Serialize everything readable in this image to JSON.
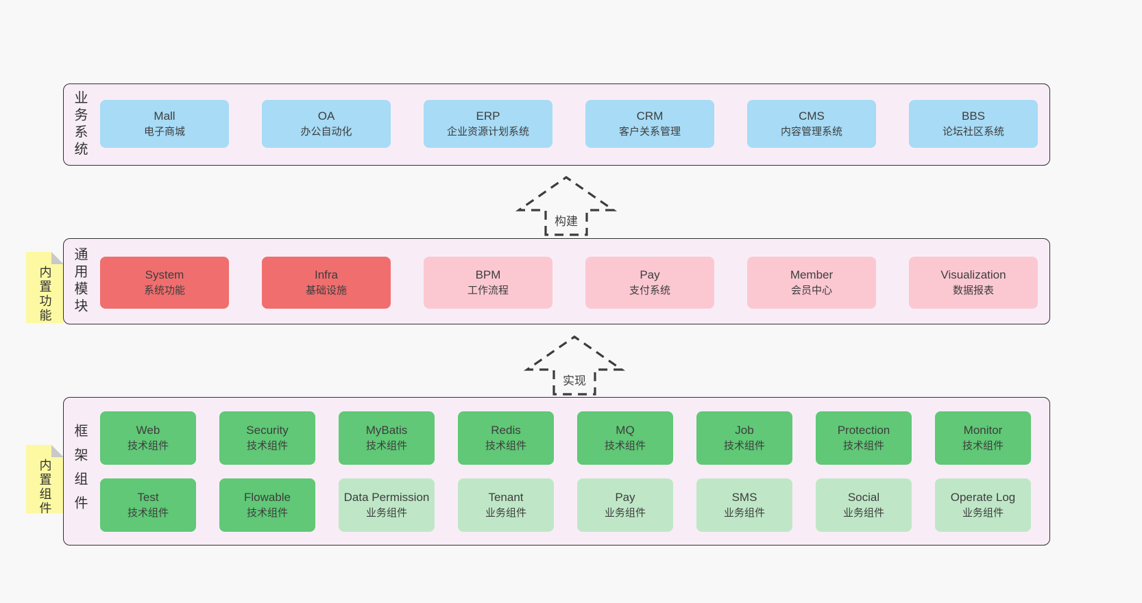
{
  "colors": {
    "page_background": "#f8f8f8",
    "section_background": "#f8edf6",
    "section_border": "#2f2f2f",
    "blue_box": "#a7dbf6",
    "red_box": "#f06e6e",
    "pink_box": "#fbc8d2",
    "green_dark_box": "#60c876",
    "green_light_box": "#bfe7c7",
    "yellow_note": "#fcf9a2",
    "note_fold": "#c9c9c9",
    "arrow_stroke": "#3c3c3c",
    "text": "#3d3d3d"
  },
  "sections": {
    "business": {
      "label": "业务系统",
      "items": [
        {
          "en": "Mall",
          "zh": "电子商城",
          "variant": "blue"
        },
        {
          "en": "OA",
          "zh": "办公自动化",
          "variant": "blue"
        },
        {
          "en": "ERP",
          "zh": "企业资源计划系统",
          "variant": "blue"
        },
        {
          "en": "CRM",
          "zh": "客户关系管理",
          "variant": "blue"
        },
        {
          "en": "CMS",
          "zh": "内容管理系统",
          "variant": "blue"
        },
        {
          "en": "BBS",
          "zh": "论坛社区系统",
          "variant": "blue"
        }
      ]
    },
    "modules": {
      "label": "通用模块",
      "note": "内置功能",
      "items": [
        {
          "en": "System",
          "zh": "系统功能",
          "variant": "red"
        },
        {
          "en": "Infra",
          "zh": "基础设施",
          "variant": "red"
        },
        {
          "en": "BPM",
          "zh": "工作流程",
          "variant": "pink"
        },
        {
          "en": "Pay",
          "zh": "支付系统",
          "variant": "pink"
        },
        {
          "en": "Member",
          "zh": "会员中心",
          "variant": "pink"
        },
        {
          "en": "Visualization",
          "zh": "数据报表",
          "variant": "pink"
        }
      ]
    },
    "components": {
      "label": "框架组件",
      "note": "内置组件",
      "rows": [
        [
          {
            "en": "Web",
            "zh": "技术组件",
            "variant": "green-dark"
          },
          {
            "en": "Security",
            "zh": "技术组件",
            "variant": "green-dark"
          },
          {
            "en": "MyBatis",
            "zh": "技术组件",
            "variant": "green-dark"
          },
          {
            "en": "Redis",
            "zh": "技术组件",
            "variant": "green-dark"
          },
          {
            "en": "MQ",
            "zh": "技术组件",
            "variant": "green-dark"
          },
          {
            "en": "Job",
            "zh": "技术组件",
            "variant": "green-dark"
          },
          {
            "en": "Protection",
            "zh": "技术组件",
            "variant": "green-dark"
          },
          {
            "en": "Monitor",
            "zh": "技术组件",
            "variant": "green-dark"
          }
        ],
        [
          {
            "en": "Test",
            "zh": "技术组件",
            "variant": "green-dark"
          },
          {
            "en": "Flowable",
            "zh": "技术组件",
            "variant": "green-dark"
          },
          {
            "en": "Data Permission",
            "zh": "业务组件",
            "variant": "green-light"
          },
          {
            "en": "Tenant",
            "zh": "业务组件",
            "variant": "green-light"
          },
          {
            "en": "Pay",
            "zh": "业务组件",
            "variant": "green-light"
          },
          {
            "en": "SMS",
            "zh": "业务组件",
            "variant": "green-light"
          },
          {
            "en": "Social",
            "zh": "业务组件",
            "variant": "green-light"
          },
          {
            "en": "Operate Log",
            "zh": "业务组件",
            "variant": "green-light"
          }
        ]
      ]
    }
  },
  "arrows": [
    {
      "label": "构建"
    },
    {
      "label": "实现"
    }
  ]
}
